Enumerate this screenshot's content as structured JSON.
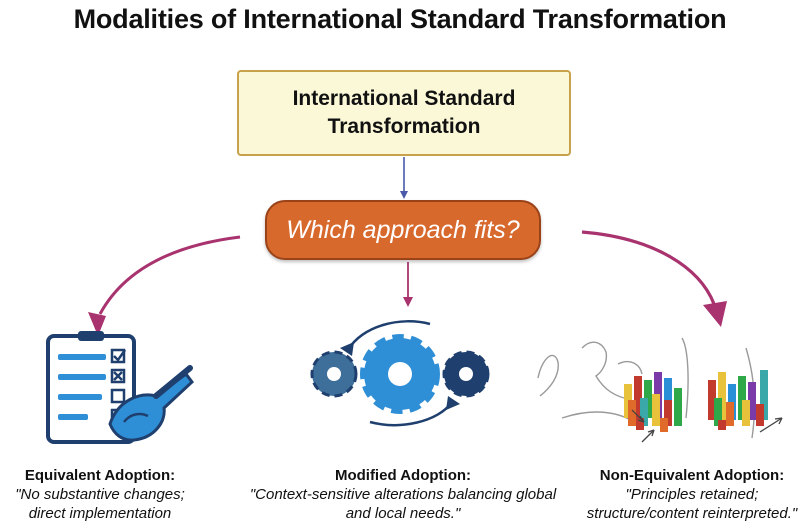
{
  "title": "Modalities of International Standard Transformation",
  "root": {
    "label": "International Standard Transformation"
  },
  "decision": {
    "label": "Which approach fits?"
  },
  "colors": {
    "root_fill": "#fbf8d8",
    "root_border": "#c8a24a",
    "decision_fill": "#d8692d",
    "arrow_purple": "#a8336e",
    "connector_blue": "#4a5aa8",
    "icon_navy": "#1f3f6e",
    "icon_blue": "#2f8fd6"
  },
  "options": [
    {
      "heading": "Equivalent Adoption:",
      "description": "\"No substantive changes; direct implementation",
      "icon": "checklist-icon"
    },
    {
      "heading": "Modified Adoption:",
      "description": "\"Context-sensitive alterations balancing global and local needs.\"",
      "icon": "gears-cycle-icon"
    },
    {
      "heading": "Non-Equivalent Adoption:",
      "description": "\"Principles retained; structure/content reinterpreted.\"",
      "icon": "restructure-sketch-icon"
    }
  ]
}
